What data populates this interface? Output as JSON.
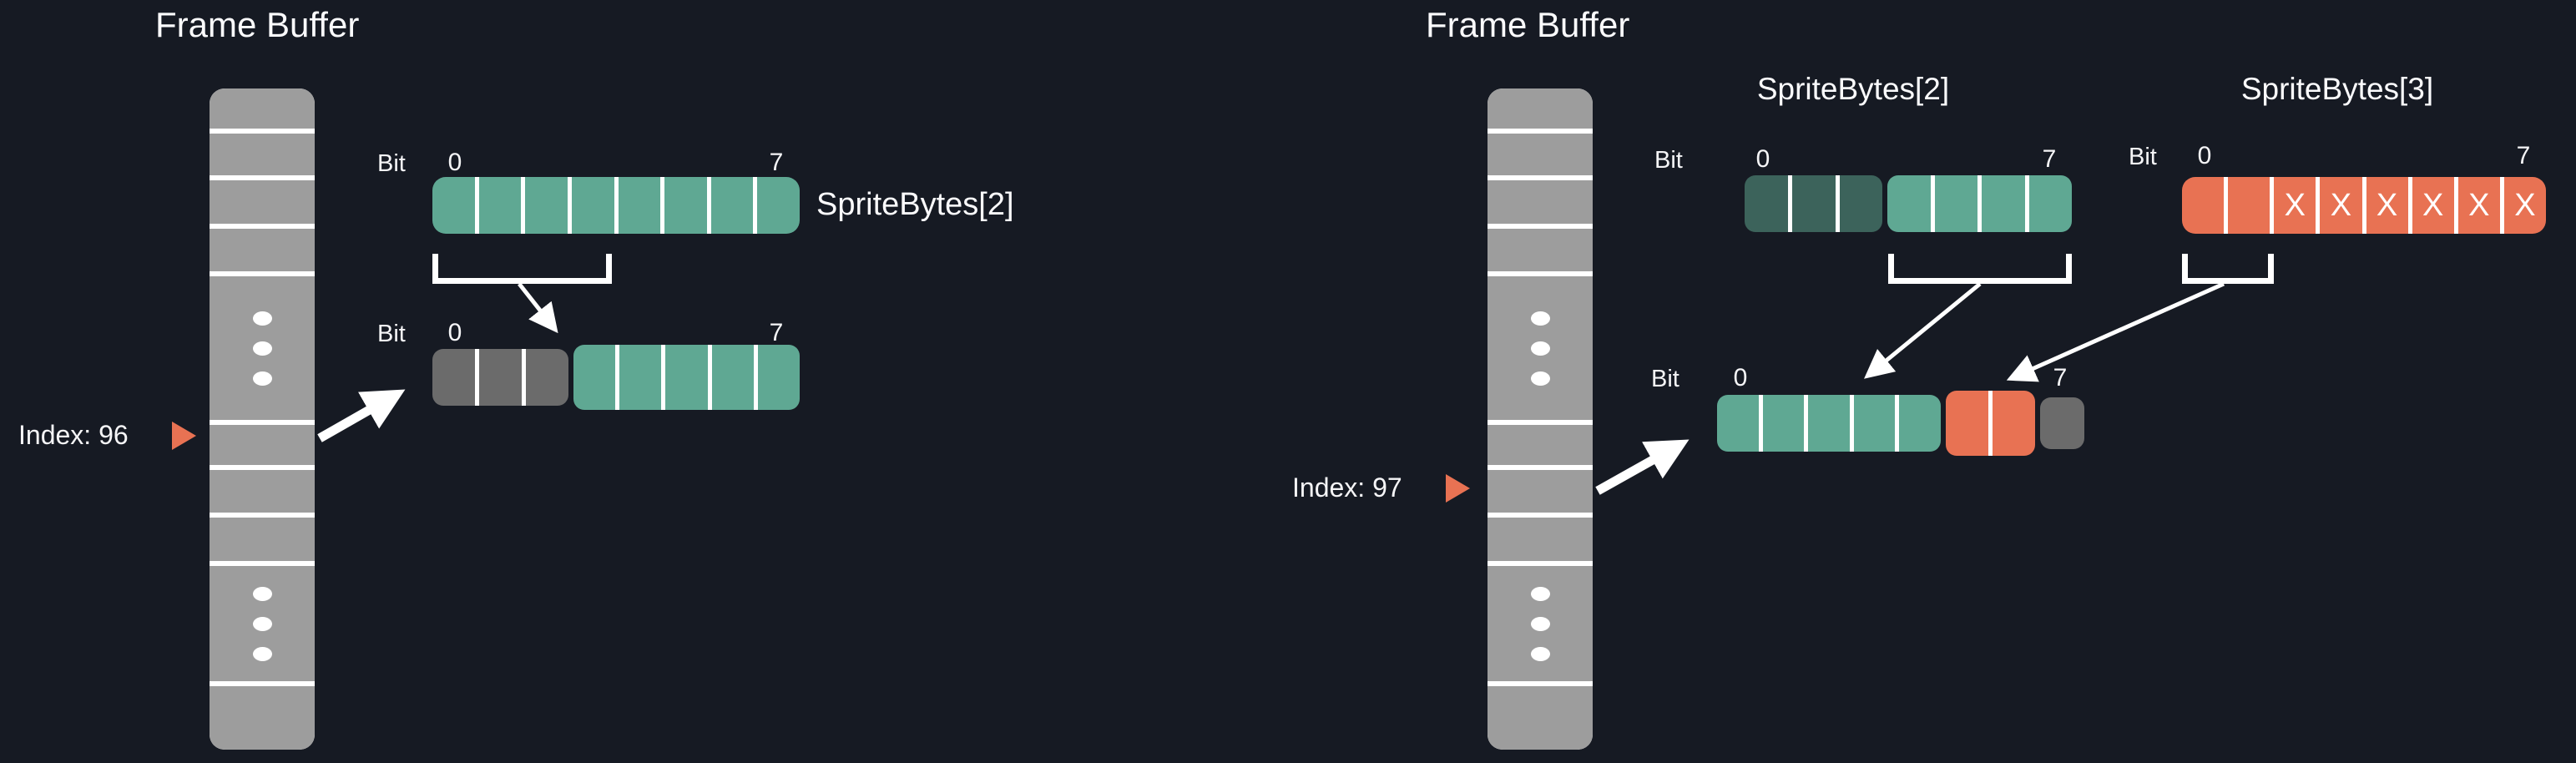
{
  "colors": {
    "teal": "#5fa893",
    "teal_dark": "#3c635b",
    "salmon": "#e87253",
    "gray": "#6b6b6b",
    "column_gray": "#9d9d9d",
    "background": "#161a23",
    "white": "#ffffff"
  },
  "left": {
    "title": "Frame Buffer",
    "index_label": "Index: 96",
    "sprite_byte": {
      "label": "SpriteBytes[2]",
      "bit_label": "Bit",
      "bit_first": "0",
      "bit_last": "7",
      "groups": [
        {
          "color": "teal",
          "count": 8
        }
      ]
    },
    "buffer_byte": {
      "bit_label": "Bit",
      "bit_first": "0",
      "bit_last": "7",
      "groups": [
        {
          "color": "gray",
          "count": 3
        },
        {
          "color": "teal",
          "count": 5,
          "raised": true
        }
      ]
    }
  },
  "right": {
    "title": "Frame Buffer",
    "index_label": "Index: 97",
    "sprite_byte_2": {
      "label": "SpriteBytes[2]",
      "bit_label": "Bit",
      "bit_first": "0",
      "bit_last": "7",
      "groups": [
        {
          "color": "teal_dark",
          "count": 3
        },
        {
          "color": "teal",
          "count": 4
        }
      ]
    },
    "sprite_byte_3": {
      "label": "SpriteBytes[3]",
      "bit_label": "Bit",
      "bit_first": "0",
      "bit_last": "7",
      "groups": [
        {
          "color": "salmon",
          "count": 8,
          "texts": [
            "",
            "",
            "X",
            "X",
            "X",
            "X",
            "X",
            "X"
          ]
        }
      ]
    },
    "buffer_byte": {
      "bit_label": "Bit",
      "bit_first": "0",
      "bit_last": "7",
      "groups": [
        {
          "color": "teal",
          "count": 5
        },
        {
          "color": "salmon",
          "count": 2,
          "raised": true
        },
        {
          "color": "gray",
          "count": 1,
          "short": true
        }
      ]
    }
  }
}
